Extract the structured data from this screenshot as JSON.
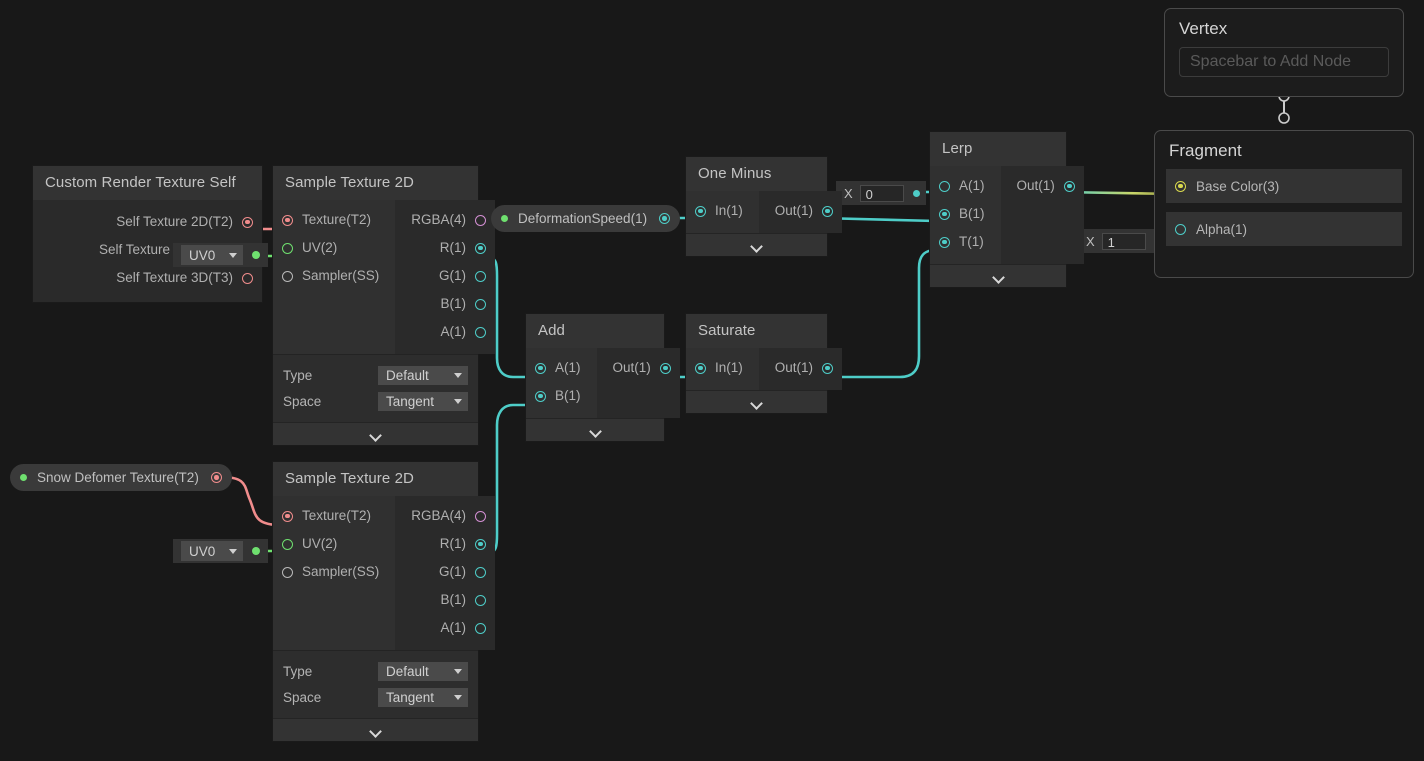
{
  "graph": {
    "background_color": "#181818",
    "colors": {
      "float": "#4ecdc8",
      "texture": "#f08c8c",
      "uv": "#6fe06f",
      "vector4": "#d38fd3",
      "color3": "#d9d94e",
      "grey": "#b9b9b9"
    }
  },
  "nodes": {
    "custom_render_texture_self": {
      "title": "Custom Render Texture Self",
      "outputs": [
        {
          "label": "Self Texture 2D(T2)",
          "type": "texture",
          "connected": true
        },
        {
          "label": "Self Texture Cube(TC)",
          "type": "uv",
          "connected": true
        },
        {
          "label": "Self Texture 3D(T3)",
          "type": "texture",
          "connected": false
        }
      ]
    },
    "sample_texture_2d_a": {
      "title": "Sample Texture 2D",
      "inputs": [
        {
          "label": "Texture(T2)",
          "type": "texture",
          "connected": true
        },
        {
          "label": "UV(2)",
          "type": "uv",
          "connected": false
        },
        {
          "label": "Sampler(SS)",
          "type": "grey",
          "connected": false
        }
      ],
      "outputs": [
        {
          "label": "RGBA(4)",
          "type": "vector4",
          "connected": false
        },
        {
          "label": "R(1)",
          "type": "float",
          "connected": true
        },
        {
          "label": "G(1)",
          "type": "float",
          "connected": false
        },
        {
          "label": "B(1)",
          "type": "float",
          "connected": false
        },
        {
          "label": "A(1)",
          "type": "float",
          "connected": false
        }
      ],
      "settings": [
        {
          "name": "Type",
          "value": "Default"
        },
        {
          "name": "Space",
          "value": "Tangent"
        }
      ]
    },
    "sample_texture_2d_b": {
      "title": "Sample Texture 2D",
      "inputs": [
        {
          "label": "Texture(T2)",
          "type": "texture",
          "connected": true
        },
        {
          "label": "UV(2)",
          "type": "uv",
          "connected": false
        },
        {
          "label": "Sampler(SS)",
          "type": "grey",
          "connected": false
        }
      ],
      "outputs": [
        {
          "label": "RGBA(4)",
          "type": "vector4",
          "connected": false
        },
        {
          "label": "R(1)",
          "type": "float",
          "connected": true
        },
        {
          "label": "G(1)",
          "type": "float",
          "connected": false
        },
        {
          "label": "B(1)",
          "type": "float",
          "connected": false
        },
        {
          "label": "A(1)",
          "type": "float",
          "connected": false
        }
      ],
      "settings": [
        {
          "name": "Type",
          "value": "Default"
        },
        {
          "name": "Space",
          "value": "Tangent"
        }
      ]
    },
    "add": {
      "title": "Add",
      "inputs": [
        {
          "label": "A(1)",
          "type": "float",
          "connected": true
        },
        {
          "label": "B(1)",
          "type": "float",
          "connected": true
        }
      ],
      "outputs": [
        {
          "label": "Out(1)",
          "type": "float",
          "connected": true
        }
      ]
    },
    "one_minus": {
      "title": "One Minus",
      "inputs": [
        {
          "label": "In(1)",
          "type": "float",
          "connected": true
        }
      ],
      "outputs": [
        {
          "label": "Out(1)",
          "type": "float",
          "connected": true
        }
      ]
    },
    "saturate": {
      "title": "Saturate",
      "inputs": [
        {
          "label": "In(1)",
          "type": "float",
          "connected": true
        }
      ],
      "outputs": [
        {
          "label": "Out(1)",
          "type": "float",
          "connected": true
        }
      ]
    },
    "lerp": {
      "title": "Lerp",
      "inputs": [
        {
          "label": "A(1)",
          "type": "float",
          "connected": false
        },
        {
          "label": "B(1)",
          "type": "float",
          "connected": true
        },
        {
          "label": "T(1)",
          "type": "float",
          "connected": true
        }
      ],
      "outputs": [
        {
          "label": "Out(1)",
          "type": "float",
          "connected": true
        }
      ]
    }
  },
  "properties": {
    "deformation_speed": {
      "label": "DeformationSpeed(1)",
      "type": "float"
    },
    "snow_deformer_texture": {
      "label": "Snow Defomer Texture(T2)",
      "type": "texture"
    }
  },
  "inline_inputs": {
    "lerp_a": {
      "axis_label": "X",
      "value": "0"
    },
    "fragment_alpha": {
      "axis_label": "X",
      "value": "1"
    }
  },
  "uv_dropdowns": {
    "crt_uv": {
      "value": "UV0"
    },
    "sample_b_uv": {
      "value": "UV0"
    }
  },
  "master_stacks": {
    "vertex": {
      "title": "Vertex",
      "placeholder": "Spacebar to Add Node"
    },
    "fragment": {
      "title": "Fragment",
      "blocks": [
        {
          "label": "Base Color(3)",
          "type": "color3"
        },
        {
          "label": "Alpha(1)",
          "type": "float"
        }
      ]
    }
  }
}
